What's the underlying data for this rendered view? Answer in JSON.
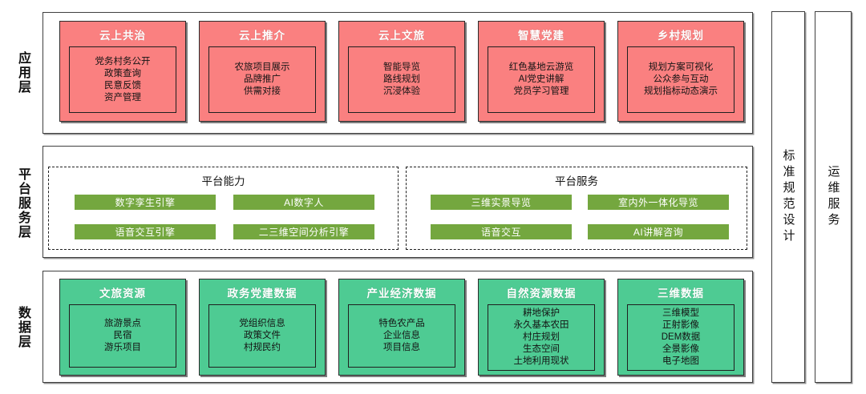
{
  "layers": [
    {
      "id": "application",
      "label": "应用层",
      "cards": [
        {
          "title": "云上共治",
          "items": [
            "党务村务公开",
            "政策查询",
            "民意反馈",
            "资产管理"
          ]
        },
        {
          "title": "云上推介",
          "items": [
            "农旅项目展示",
            "品牌推广",
            "供需对接"
          ]
        },
        {
          "title": "云上文旅",
          "items": [
            "智能导览",
            "路线规划",
            "沉浸体验"
          ]
        },
        {
          "title": "智慧党建",
          "items": [
            "红色基地云游览",
            "AI党史讲解",
            "党员学习管理"
          ]
        },
        {
          "title": "乡村规划",
          "items": [
            "规划方案可视化",
            "公众参与互动",
            "规划指标动态演示"
          ]
        }
      ]
    },
    {
      "id": "platform-service",
      "label": "平台服务层",
      "groups": [
        {
          "title": "平台能力",
          "pills": [
            "数字孪生引擎",
            "AI数字人",
            "语音交互引擎",
            "二三维空间分析引擎"
          ]
        },
        {
          "title": "平台服务",
          "pills": [
            "三维实景导览",
            "室内外一体化导览",
            "语音交互",
            "AI讲解咨询"
          ]
        }
      ]
    },
    {
      "id": "data",
      "label": "数据层",
      "cards": [
        {
          "title": "文旅资源",
          "items": [
            "旅游景点",
            "民宿",
            "游乐项目"
          ]
        },
        {
          "title": "政务党建数据",
          "items": [
            "党组织信息",
            "政策文件",
            "村规民约"
          ]
        },
        {
          "title": "产业经济数据",
          "items": [
            "特色农产品",
            "企业信息",
            "项目信息"
          ]
        },
        {
          "title": "自然资源数据",
          "items": [
            "耕地保护",
            "永久基本农田",
            "村庄规划",
            "生态空间",
            "土地利用现状"
          ]
        },
        {
          "title": "三维数据",
          "items": [
            "三维模型",
            "正射影像",
            "DEM数据",
            "全景影像",
            "电子地图"
          ]
        }
      ]
    }
  ],
  "pillars": [
    {
      "id": "standard-spec-design",
      "label": "标准规范设计"
    },
    {
      "id": "operation-maintenance-service",
      "label": "运维服务"
    }
  ],
  "colors": {
    "application_card": "#FA8080",
    "data_card": "#4ECB93",
    "platform_pill": "#74A73F",
    "border": "#2b2b2b",
    "container_border": "#3f3f3f",
    "background": "#ffffff"
  }
}
